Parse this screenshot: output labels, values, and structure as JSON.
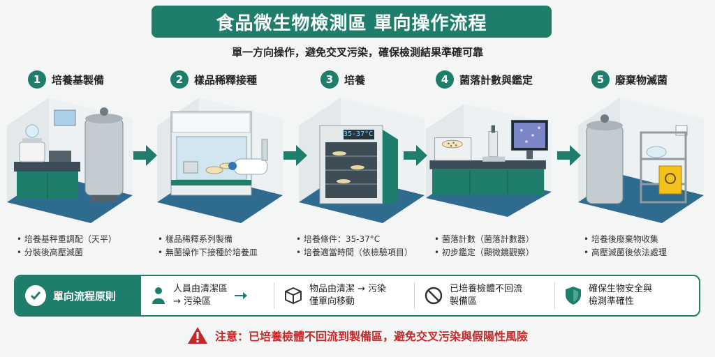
{
  "title": "食品微生物檢測區 單向操作流程",
  "subtitle": "單一方向操作，避免交叉污染，確保檢測結果準確可靠",
  "steps": [
    {
      "num": "1",
      "title": "培養基製備",
      "bullets": [
        "培養基秤重調配（天平）",
        "分裝後高壓滅菌"
      ]
    },
    {
      "num": "2",
      "title": "樣品稀釋接種",
      "bullets": [
        "樣品稀釋系列製備",
        "無菌操作下接種於培養皿"
      ]
    },
    {
      "num": "3",
      "title": "培養",
      "incubator_display": "35-37°C",
      "bullets": [
        "培養條件：35-37°C",
        "培養適當時間（依檢驗項目）"
      ]
    },
    {
      "num": "4",
      "title": "菌落計數與鑑定",
      "bullets": [
        "菌落計數（菌落計數器）",
        "初步鑑定（顯微鏡觀察）"
      ]
    },
    {
      "num": "5",
      "title": "廢棄物滅菌",
      "bullets": [
        "培養後廢棄物收集",
        "高壓滅菌後依法處理"
      ]
    }
  ],
  "principle": {
    "label": "單向流程原則",
    "items": [
      {
        "icon": "person-icon",
        "line1": "人員由清潔區",
        "line2": "→ 污染區"
      },
      {
        "icon": "box-icon",
        "line1": "物品由清潔 → 污染",
        "line2": "僅單向移動"
      },
      {
        "icon": "prohibit-icon",
        "line1": "已培養檢體不回流",
        "line2": "製備區"
      },
      {
        "icon": "shield-icon",
        "line1": "確保生物安全與",
        "line2": "檢測準確性"
      }
    ]
  },
  "warning": "注意：已培養檢體不回流到製備區，避免交叉污染與假陽性風險",
  "colors": {
    "primary": "#1f7e6b",
    "warning": "#c62828",
    "floor": "#2e6b8f"
  }
}
